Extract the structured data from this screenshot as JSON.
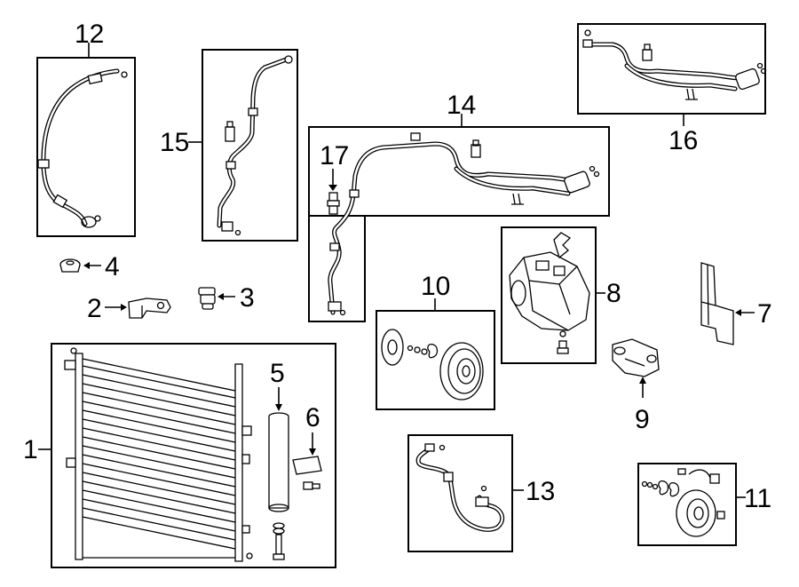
{
  "callouts": {
    "c1": "1",
    "c2": "2",
    "c3": "3",
    "c4": "4",
    "c5": "5",
    "c6": "6",
    "c7": "7",
    "c8": "8",
    "c9": "9",
    "c10": "10",
    "c11": "11",
    "c12": "12",
    "c13": "13",
    "c14": "14",
    "c15": "15",
    "c16": "16",
    "c17": "17"
  },
  "parts": [
    {
      "ref": "1",
      "icon": "condenser-icon"
    },
    {
      "ref": "2",
      "icon": "bracket-icon"
    },
    {
      "ref": "3",
      "icon": "cushion-icon"
    },
    {
      "ref": "4",
      "icon": "cushion-icon"
    },
    {
      "ref": "5",
      "icon": "receiver-drier-icon"
    },
    {
      "ref": "6",
      "icon": "bracket-bolt-icon"
    },
    {
      "ref": "7",
      "icon": "seal-bracket-icon"
    },
    {
      "ref": "8",
      "icon": "compressor-icon"
    },
    {
      "ref": "9",
      "icon": "compressor-bracket-icon"
    },
    {
      "ref": "10",
      "icon": "clutch-assembly-icon"
    },
    {
      "ref": "11",
      "icon": "clutch-parts-icon"
    },
    {
      "ref": "12",
      "icon": "hose-icon"
    },
    {
      "ref": "13",
      "icon": "discharge-hose-icon"
    },
    {
      "ref": "14",
      "icon": "suction-line-icon"
    },
    {
      "ref": "15",
      "icon": "liquid-line-icon"
    },
    {
      "ref": "16",
      "icon": "line-assembly-icon"
    },
    {
      "ref": "17",
      "icon": "valve-icon"
    }
  ]
}
